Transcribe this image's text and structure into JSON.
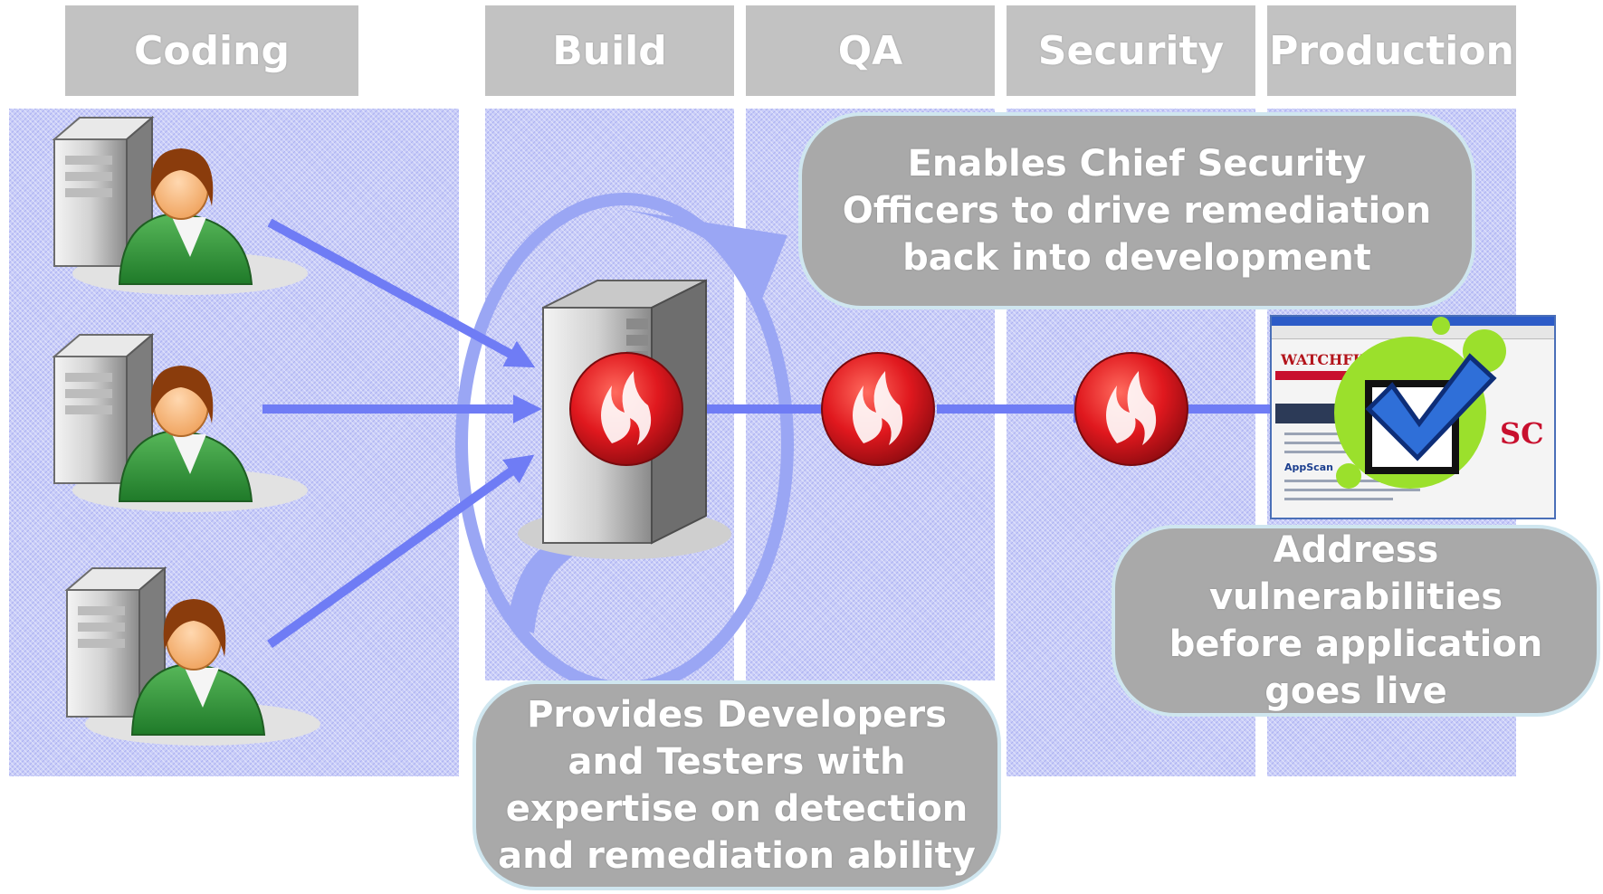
{
  "stages": [
    "Coding",
    "Build",
    "QA",
    "Security",
    "Production"
  ],
  "callouts": {
    "cso": "Enables Chief Security Officers to drive remediation back into development",
    "dev": "Provides Developers and Testers with expertise on detection and remediation ability",
    "prod": "Address vulnerabilities before application goes live"
  },
  "screenshot": {
    "brand": "WATCHFIRE",
    "product": "AppScan",
    "badge": "SC"
  },
  "colors": {
    "header_bg": "#c2c2c2",
    "lane_bg": "#c9cdf8",
    "arrow": "#6f7cf5",
    "cycle": "#9aa6f4",
    "callout_bg": "#a9a9a9",
    "scan_icon": "#d4161c",
    "check_green": "#9be02c",
    "check_blue": "#2f6fd8"
  },
  "icons": [
    "workstation-user-icon",
    "build-server-icon",
    "scan-flame-icon",
    "checkmark-icon"
  ]
}
